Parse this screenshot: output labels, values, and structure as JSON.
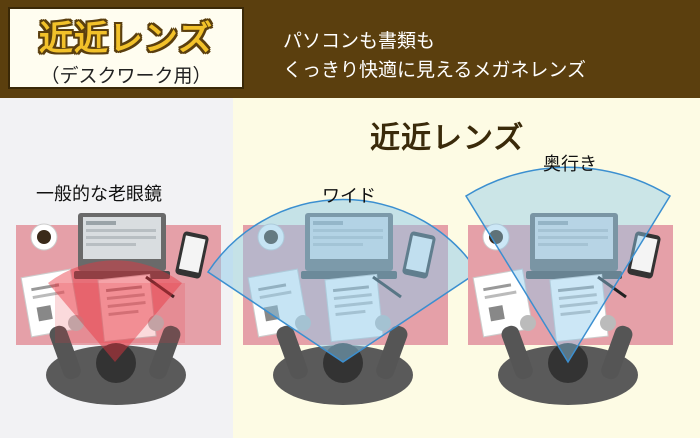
{
  "header": {
    "title_main": "近近レンズ",
    "title_sub": "（デスクワーク用）",
    "tagline_line1": "パソコンも書類も",
    "tagline_line2": "くっきり快適に見えるメガネレンズ"
  },
  "comparison": {
    "title": "近近レンズ",
    "left_label": "一般的な老眼鏡",
    "wide_label": "ワイド",
    "deep_label": "奥行き"
  },
  "colors": {
    "header_bg": "#5b3f0e",
    "title_text": "#f2c12a",
    "red_view": "#e8333f",
    "blue_view": "#8ec9ea",
    "desk": "#e5a0a8"
  }
}
